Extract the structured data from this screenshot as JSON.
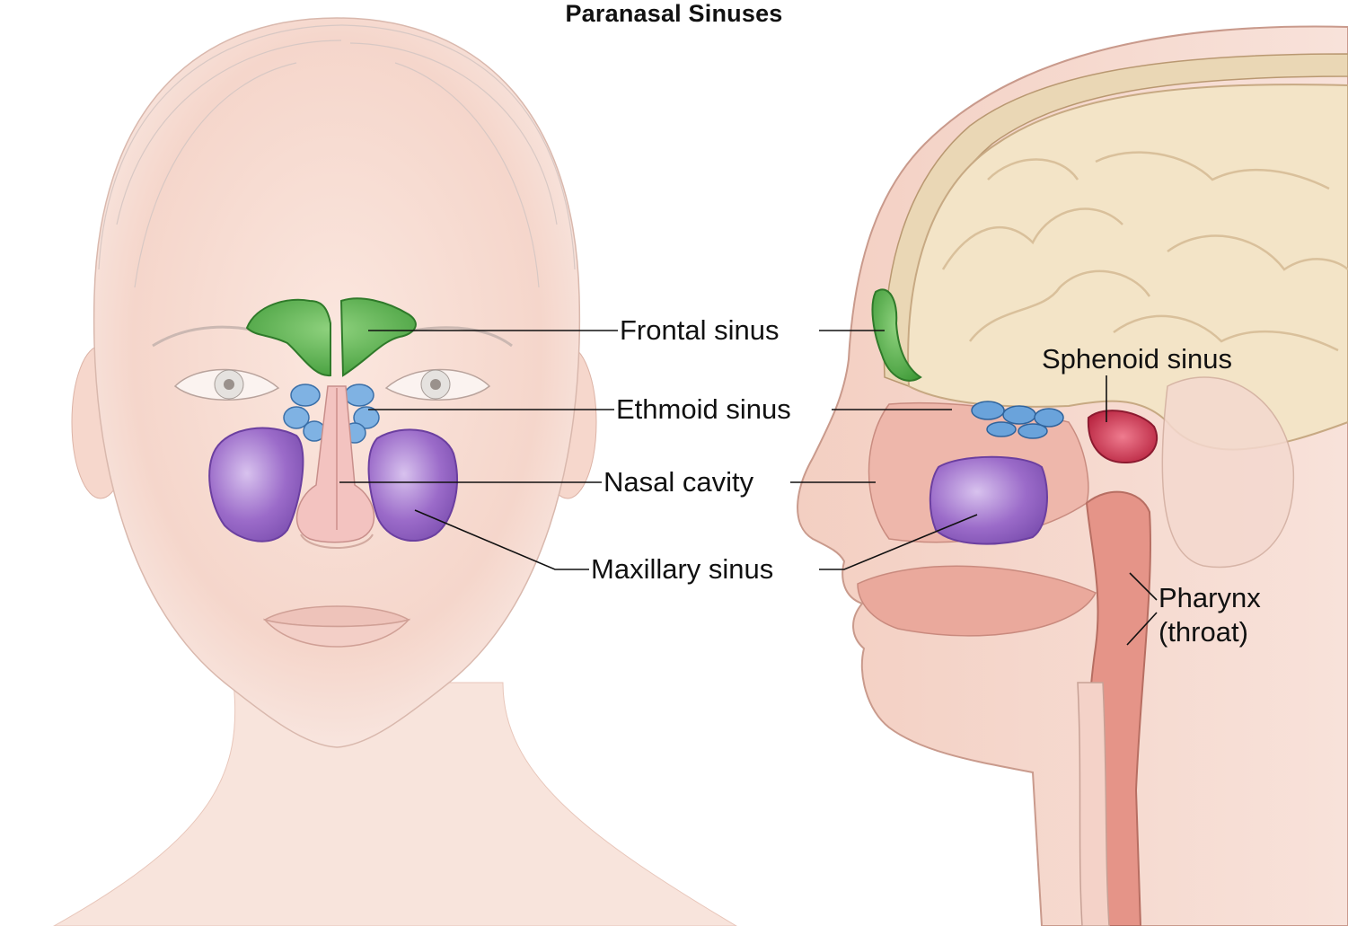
{
  "title": "Paranasal Sinuses",
  "labels": {
    "frontal": "Frontal sinus",
    "ethmoid": "Ethmoid sinus",
    "nasal": "Nasal cavity",
    "maxillary": "Maxillary sinus",
    "sphenoid": "Sphenoid sinus",
    "pharynx_line1": "Pharynx",
    "pharynx_line2": "(throat)"
  },
  "colors": {
    "skin": "#f6d9cf",
    "frontal_sinus": "#4fae45",
    "ethmoid_sinus": "#5c9bd6",
    "maxillary_sinus": "#9b6bc9",
    "sphenoid_sinus": "#c8324f",
    "brain": "#f1e2c4",
    "pharynx": "#e49a8e"
  }
}
